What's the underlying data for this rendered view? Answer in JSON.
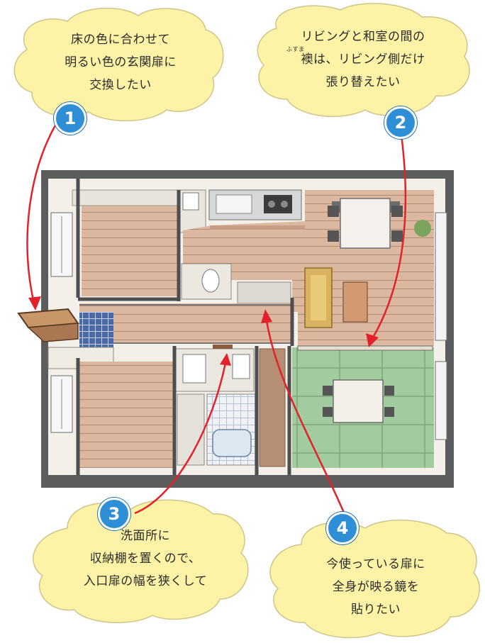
{
  "notes": [
    {
      "badge": "1",
      "lines": [
        "床の色に合わせて",
        "明るい色の玄関扉に",
        "交換したい"
      ]
    },
    {
      "badge": "2",
      "lines": [
        "リビングと和室の間の",
        "襖は、リビング側だけ",
        "張り替えたい"
      ],
      "ruby": "ふすま"
    },
    {
      "badge": "3",
      "lines": [
        "洗面所に",
        "収納棚を置くので、",
        "入口扉の幅を狭くして"
      ]
    },
    {
      "badge": "4",
      "lines": [
        "今使っている扉に",
        "全身が映る鏡を",
        "貼りたい"
      ]
    }
  ],
  "colors": {
    "bubble_fill": "#fcf3a6",
    "bubble_outline": "#c9c08a",
    "arrow": "#e2212b",
    "badge": "#2f8fd6",
    "wall": "#5a5a5a",
    "wood_floor": "#d9b59c",
    "wood_line": "#b58b70",
    "tatami": "#9fc79a",
    "tile": "#4b6aa8"
  }
}
